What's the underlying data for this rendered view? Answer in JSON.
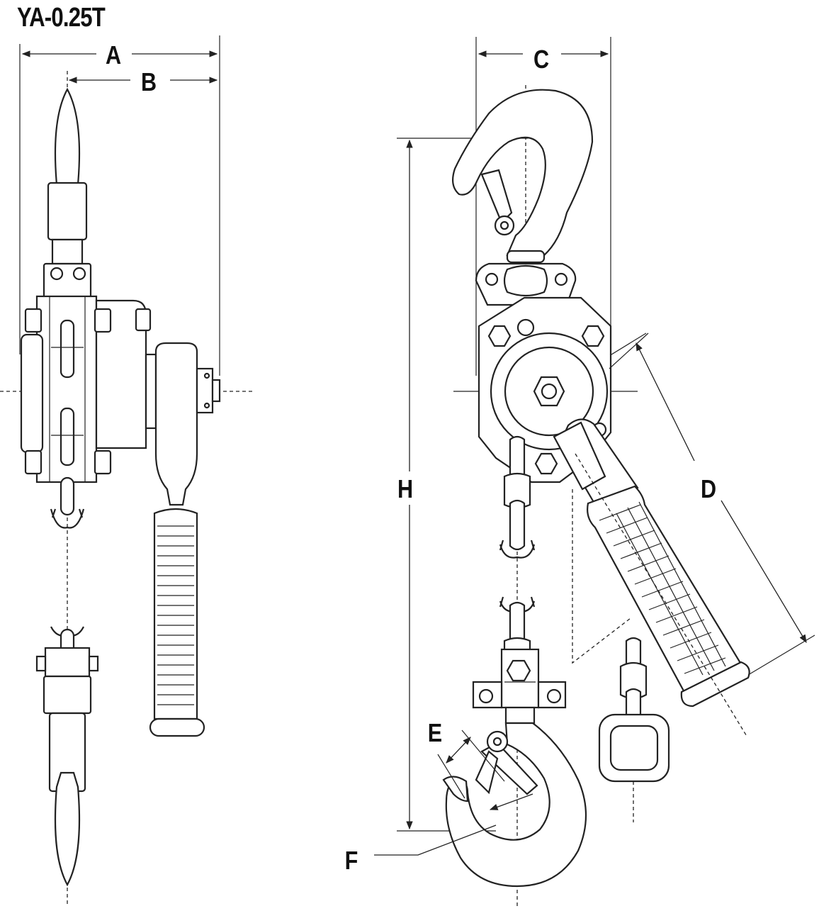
{
  "model": "YA-0.25T",
  "dimension_labels": {
    "a": "A",
    "b": "B",
    "c": "C",
    "d": "D",
    "e": "E",
    "f": "F",
    "h": "H"
  }
}
